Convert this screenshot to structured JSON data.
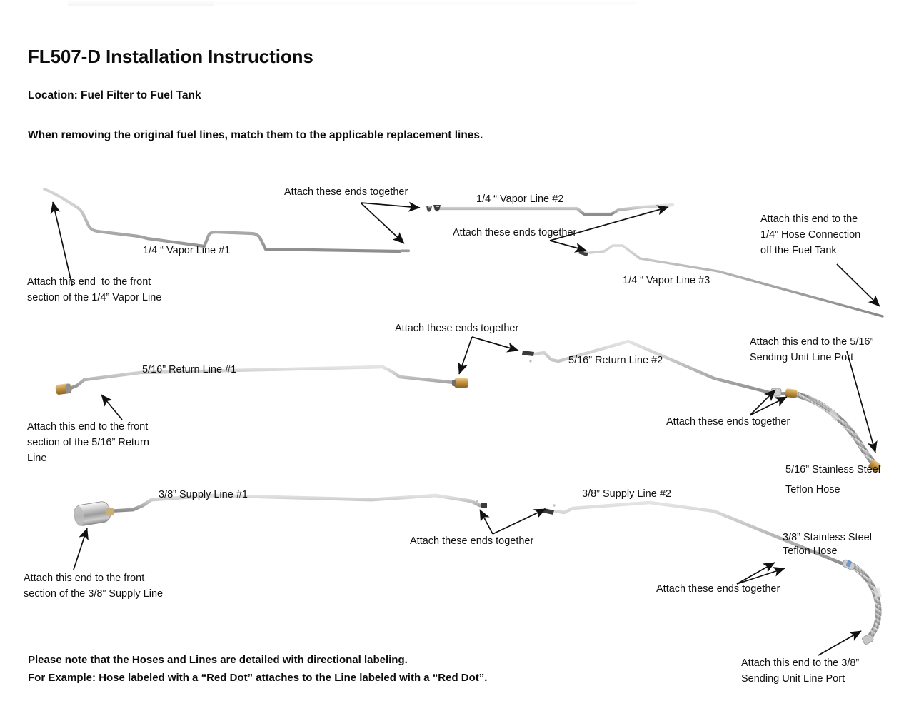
{
  "document": {
    "title": "FL507-D Installation Instructions",
    "subtitle": "Location: Fuel Filter to Fuel Tank",
    "lede": "When removing the original fuel lines, match them to the applicable replacement lines."
  },
  "part_labels": {
    "vapor_line_1": "1/4 “ Vapor Line #1",
    "vapor_line_2": "1/4 “ Vapor Line #2",
    "vapor_line_3": "1/4 “ Vapor Line #3",
    "return_line_1": "5/16” Return Line #1",
    "return_line_2": "5/16” Return Line #2",
    "supply_line_1": "3/8” Supply Line #1",
    "supply_line_2": "3/8” Supply Line #2",
    "hose_516_l1": "5/16” Stainless Steel",
    "hose_516_l2": "Teflon Hose",
    "hose_38_l1": "3/8” Stainless Steel",
    "hose_38_l2": "Teflon Hose"
  },
  "callouts": {
    "vapor_attach_1": "Attach these ends together",
    "vapor_attach_2": "Attach these ends together",
    "vapor_front_l1": "Attach this end  to the front",
    "vapor_front_l2": "section of the 1/4” Vapor Line",
    "vapor_tank_l1": "Attach this end to the",
    "vapor_tank_l2": "1/4” Hose Connection",
    "vapor_tank_l3": "off the Fuel Tank",
    "return_attach_mid": "Attach these ends together",
    "return_front_l1": "Attach this end to the front",
    "return_front_l2": "section of the 5/16” Return",
    "return_front_l3": "Line",
    "return_sending_l1": "Attach this end to the 5/16”",
    "return_sending_l2": "Sending Unit Line Port",
    "return_attach_hose": "Attach these ends together",
    "supply_attach_mid": "Attach these ends together",
    "supply_front_l1": "Attach this end to the front",
    "supply_front_l2": "section of the 3/8” Supply Line",
    "supply_attach_hose": "Attach these ends together",
    "supply_sending_l1": "Attach this end to the 3/8”",
    "supply_sending_l2": "Sending Unit Line Port"
  },
  "footer": {
    "line1": "Please note that the Hoses and Lines are detailed with directional labeling.",
    "line2": "For Example: Hose labeled with a “Red Dot” attaches to the Line labeled with a “Red Dot”."
  },
  "colors": {
    "tube_light": "#b9b9b9",
    "tube_dark": "#8a8a8a",
    "brass": "#c8923f",
    "fitting_dark": "#3c3c3c",
    "text": "#111111",
    "blue_mark": "#5d8fc9"
  }
}
